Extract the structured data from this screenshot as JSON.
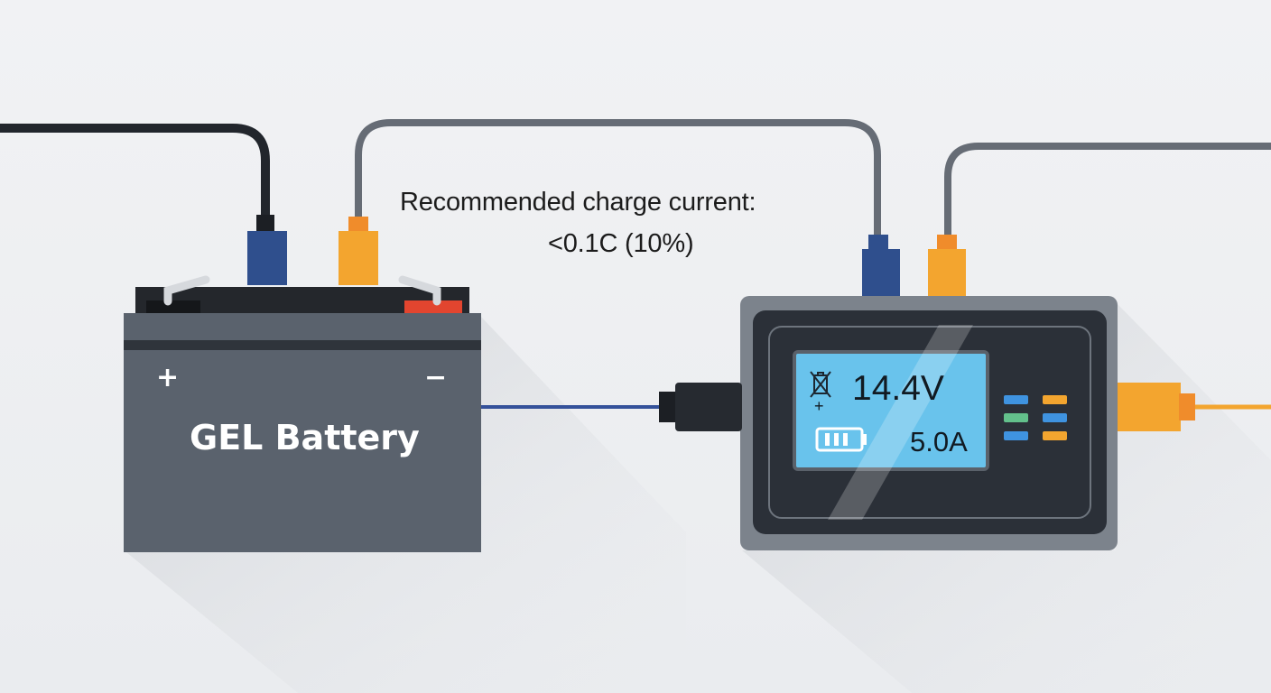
{
  "annotation": {
    "line1": "Recommended charge current:",
    "line2": "<0.1C (10%)"
  },
  "battery": {
    "label": "GEL Battery",
    "plus_sign": "+",
    "minus_sign": "−",
    "body_color": "#5a626d",
    "positive_terminal_color": "#e2452f"
  },
  "charger": {
    "voltage": "14.4V",
    "current": "5.0A",
    "plus_mark": "+",
    "screen_color": "#69c3ec",
    "body_color": "#2b3038"
  },
  "cables": {
    "positive_color": "#f3a52f",
    "negative_color": "#2f4f8d",
    "wire_color": "#666c75"
  }
}
